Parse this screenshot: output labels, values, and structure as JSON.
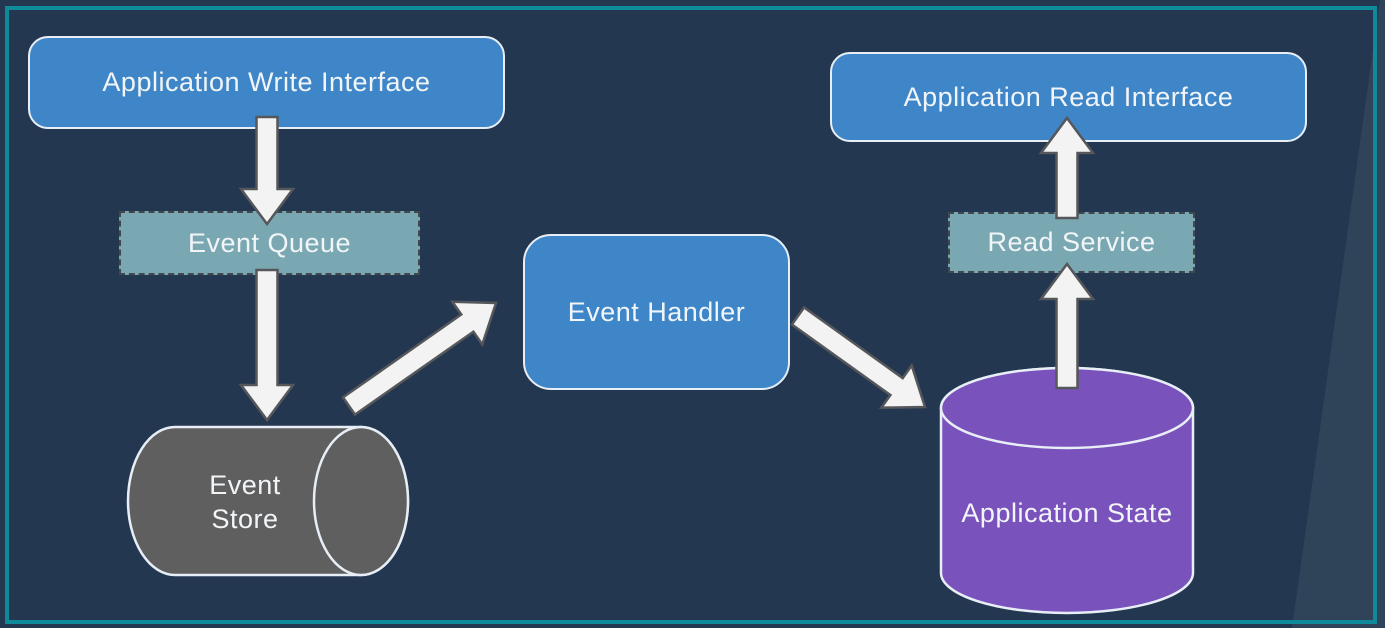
{
  "diagram": {
    "kind": "architecture-flow-diagram",
    "nodes": [
      {
        "id": "application-write-interface",
        "label": "Application Write Interface",
        "shape": "rounded-rectangle",
        "color_key": "node_blue"
      },
      {
        "id": "event-queue",
        "label": "Event Queue",
        "shape": "dashed-rectangle",
        "color_key": "node_teal"
      },
      {
        "id": "event-store",
        "label": "Event Store",
        "shape": "horizontal-cylinder",
        "color_key": "node_gray"
      },
      {
        "id": "event-handler",
        "label": "Event Handler",
        "shape": "rounded-rectangle",
        "color_key": "node_blue"
      },
      {
        "id": "application-state",
        "label": "Application State",
        "shape": "vertical-cylinder",
        "color_key": "node_purple"
      },
      {
        "id": "read-service",
        "label": "Read Service",
        "shape": "dashed-rectangle",
        "color_key": "node_teal"
      },
      {
        "id": "application-read-interface",
        "label": "Application Read Interface",
        "shape": "rounded-rectangle",
        "color_key": "node_blue"
      }
    ],
    "edges": [
      {
        "from": "application-write-interface",
        "to": "event-queue"
      },
      {
        "from": "event-queue",
        "to": "event-store"
      },
      {
        "from": "event-store",
        "to": "event-handler"
      },
      {
        "from": "event-handler",
        "to": "application-state"
      },
      {
        "from": "application-state",
        "to": "read-service"
      },
      {
        "from": "read-service",
        "to": "application-read-interface"
      }
    ],
    "colors": {
      "background": "#243750",
      "facet": "#2f4359",
      "frame_teal": "#0f8a9b",
      "node_blue": "#3e86c8",
      "node_teal": "#7aa8b2",
      "node_gray": "#5f5f5f",
      "node_purple": "#7a52bc",
      "node_border_light": "#e7eef5",
      "dashed_border": "#42474d",
      "arrow_fill": "#f3f3f3",
      "arrow_outline": "#56575b",
      "label_text": "#f2f5f8"
    }
  }
}
